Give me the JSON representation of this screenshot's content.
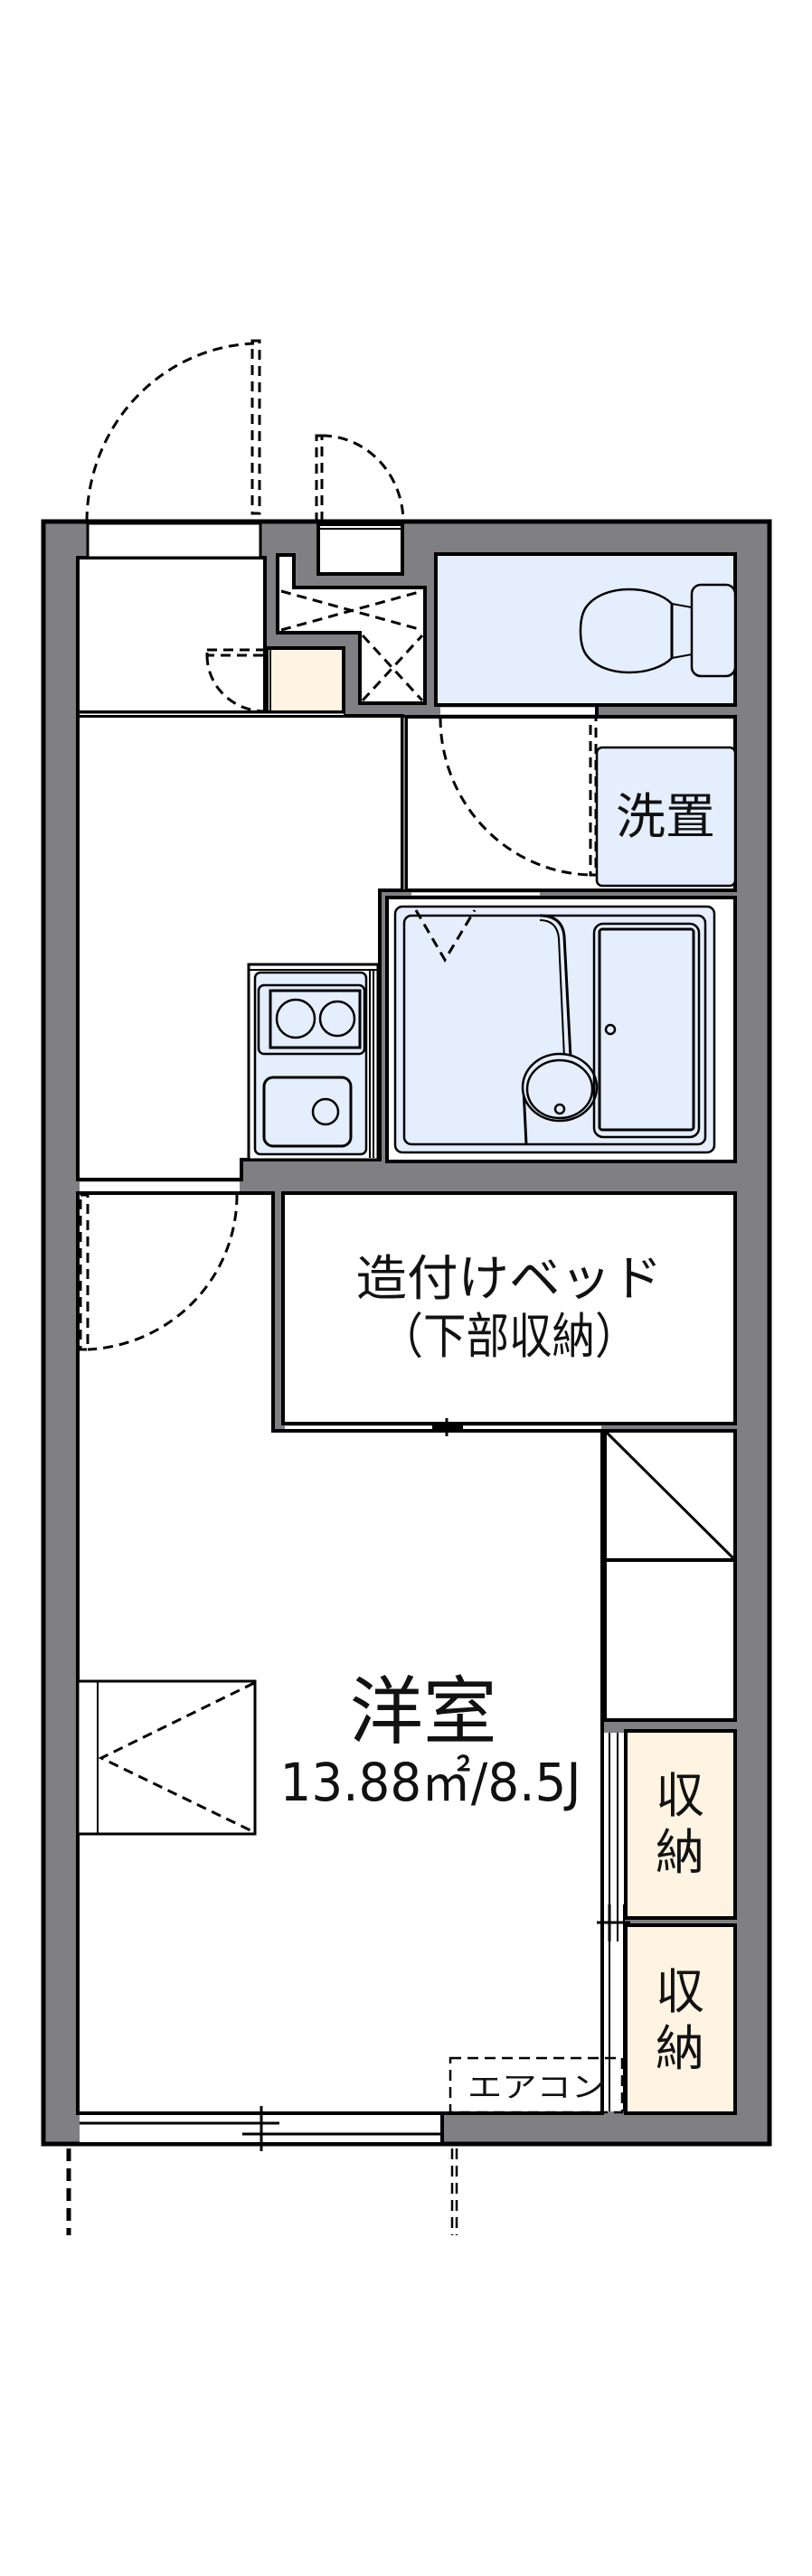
{
  "floorplan": {
    "colors": {
      "wall": "#808084",
      "wet_area": "#E4EEFD",
      "storage": "#FFF4E2",
      "line": "#000000",
      "background": "#FFFFFF"
    },
    "rooms": {
      "western_room": {
        "name": "洋室",
        "area": "13.88㎡/8.5J"
      },
      "built_in_bed": {
        "label_lines": [
          "造付けベッド",
          "（下部収納）"
        ]
      },
      "washstand": {
        "label": "洗置"
      },
      "storage": [
        {
          "label_lines": [
            "収",
            "納"
          ]
        },
        {
          "label_lines": [
            "収",
            "納"
          ]
        }
      ],
      "air_conditioner": {
        "label": "エアコン"
      }
    },
    "fixtures": [
      "entrance-door",
      "meter-box-door",
      "shoe-closet",
      "pipe-shaft",
      "toilet",
      "washstand-space",
      "unit-bath",
      "bathtub",
      "wash-basin",
      "two-burner-stove",
      "kitchen-sink",
      "built-in-bed",
      "closet",
      "sliding-window",
      "balcony-window"
    ]
  }
}
